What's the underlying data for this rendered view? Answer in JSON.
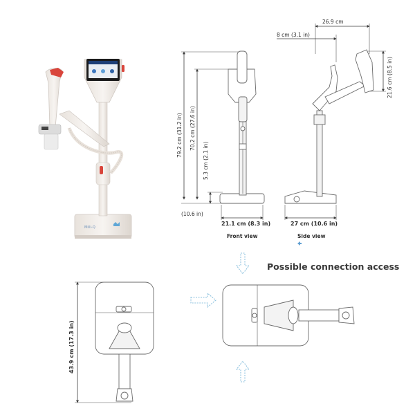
{
  "photo": {
    "brand_label": "Milli-Q",
    "screen_title": ""
  },
  "front_view": {
    "height_total": "79.2 cm (31.2 in)",
    "height_arm": "70.2 cm (27.6 in)",
    "height_base": "5.3 cm (2.1 in)",
    "small_note": "(10.6 in)",
    "width": "21.1 cm (8.3 in)",
    "caption": "Front view"
  },
  "side_view": {
    "top_width": "26.9 cm",
    "arm_offset": "8 cm (3.1 in)",
    "head_height": "21.6 cm (8.5 in)",
    "depth": "27 cm (10.6 in)",
    "caption": "Side view"
  },
  "top_view": {
    "depth": "43.9 cm (17.3 in)",
    "connection_title": "Possible connection access"
  },
  "colors": {
    "line": "#3c3c3c",
    "arrow": "#8fc3df",
    "accent_red": "#d9453b",
    "screen_blue": "#1e3f77"
  }
}
